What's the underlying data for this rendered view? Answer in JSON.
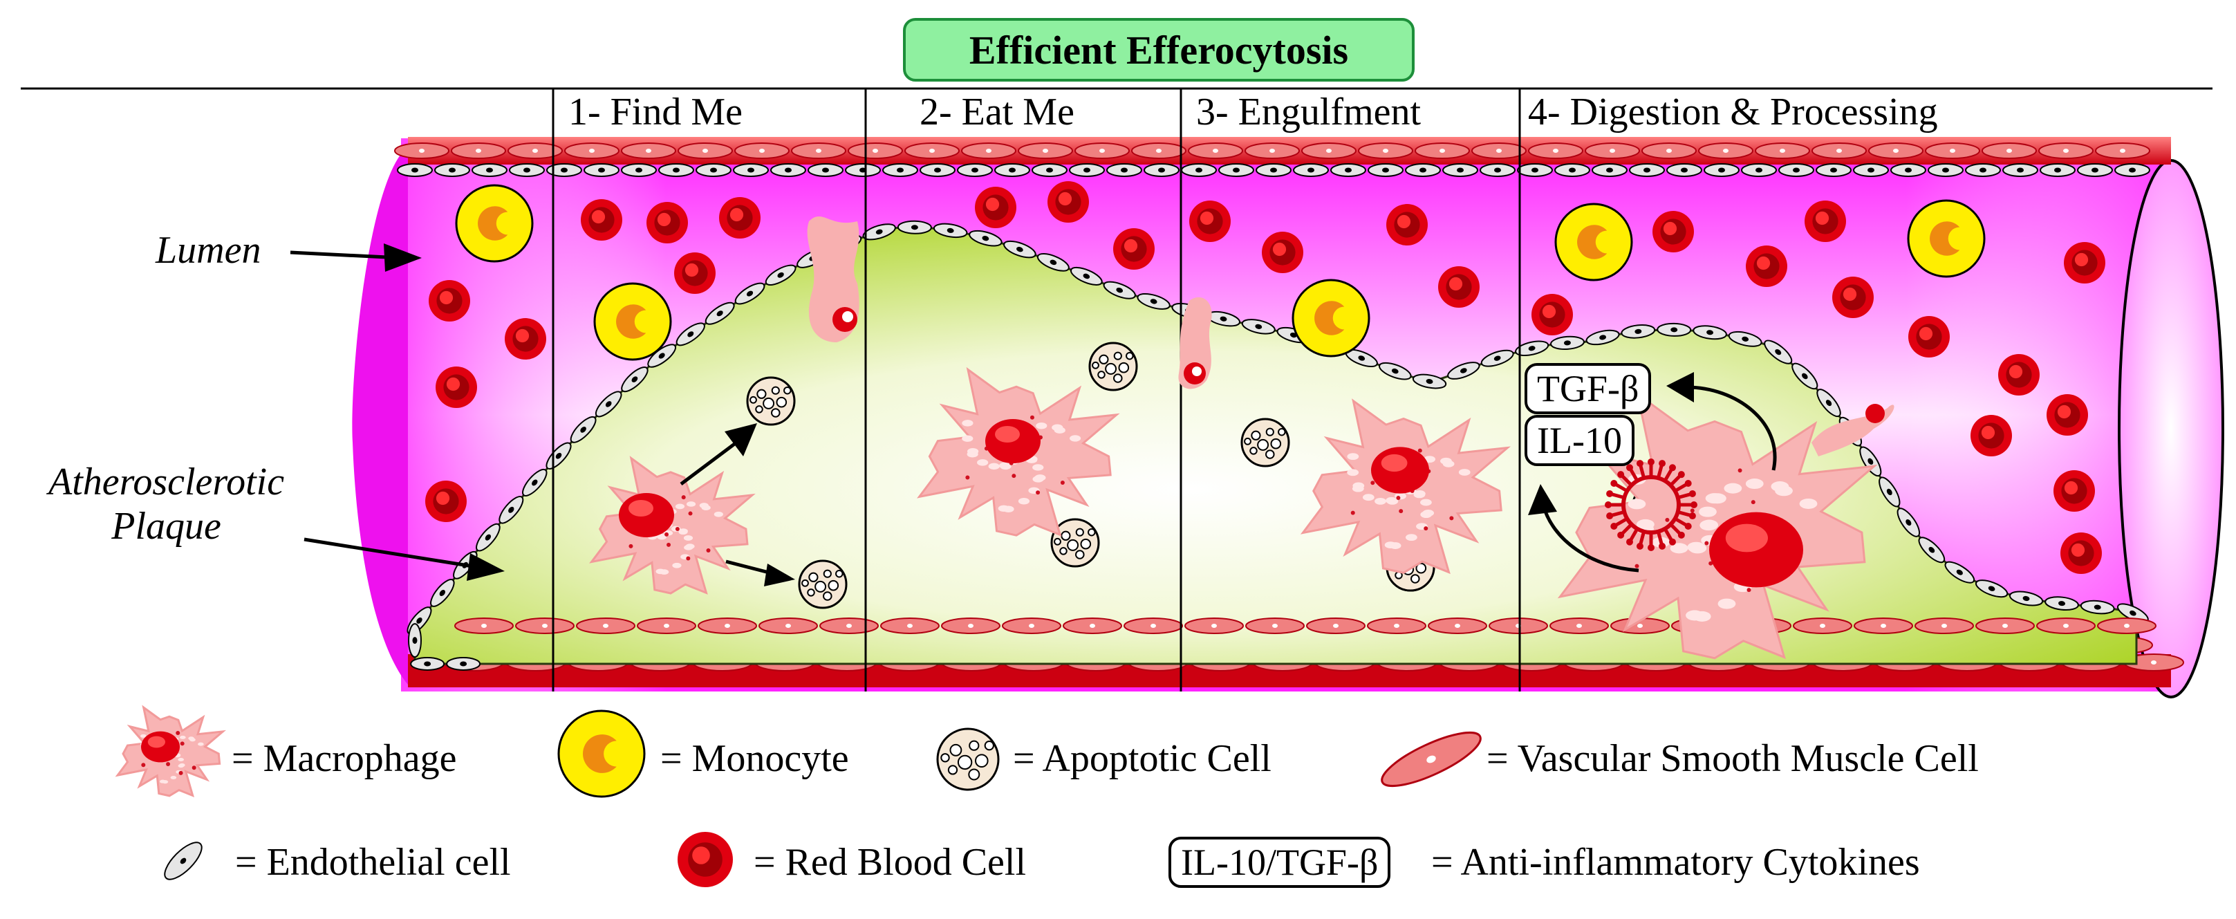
{
  "title": "Efficient Efferocytosis",
  "steps": [
    "1- Find Me",
    "2- Eat Me",
    "3- Engulfment",
    "4- Digestion & Processing"
  ],
  "labels": {
    "lumen": "Lumen",
    "plaque_line1": "Atherosclerotic",
    "plaque_line2": "Plaque",
    "cytokine_tgf": "TGF-β",
    "cytokine_il10": "IL-10"
  },
  "legend": {
    "macrophage": "= Macrophage",
    "monocyte": "= Monocyte",
    "apoptotic": "= Apoptotic Cell",
    "vsmc": "= Vascular Smooth Muscle Cell",
    "endothelial": "= Endothelial cell",
    "rbc": "= Red Blood Cell",
    "cytokine_box": "IL-10/TGF-β",
    "cytokine_text": "= Anti-inflammatory Cytokines"
  },
  "colors": {
    "lumen": "#ff33ff",
    "plaque": "#b5d923",
    "vessel_wall": "#cc0011",
    "rbc": "#e00010",
    "monocyte": "#ffee00",
    "macrophage": "#f8b8b8",
    "title_box": "#8ff0a0"
  }
}
